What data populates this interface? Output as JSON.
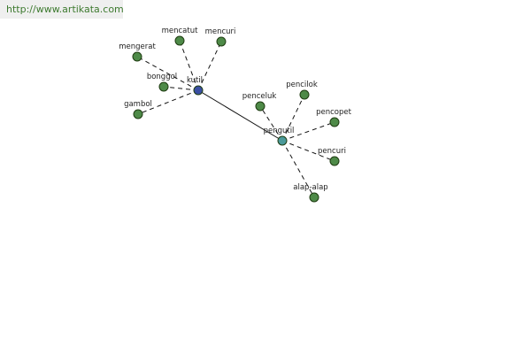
{
  "watermark": "http://www.artikata.com",
  "colors": {
    "leaf_node": "#4e8a48",
    "hub_primary": "#3a4fa3",
    "hub_secondary": "#4b9a9a",
    "edge": "#111111"
  },
  "nodes": [
    {
      "id": "kutil",
      "label": "kutil",
      "role": "hub-primary"
    },
    {
      "id": "pengutil",
      "label": "pengutil",
      "role": "hub-secondary"
    },
    {
      "id": "mengerat",
      "label": "mengerat",
      "role": "leaf"
    },
    {
      "id": "mencatut",
      "label": "mencatut",
      "role": "leaf"
    },
    {
      "id": "mencuri",
      "label": "mencuri",
      "role": "leaf"
    },
    {
      "id": "bonggol",
      "label": "bonggol",
      "role": "leaf"
    },
    {
      "id": "gambol",
      "label": "gambol",
      "role": "leaf"
    },
    {
      "id": "penceluk",
      "label": "penceluk",
      "role": "leaf"
    },
    {
      "id": "pencilok",
      "label": "pencilok",
      "role": "leaf"
    },
    {
      "id": "pencopet",
      "label": "pencopet",
      "role": "leaf"
    },
    {
      "id": "pencuri",
      "label": "pencuri",
      "role": "leaf"
    },
    {
      "id": "alap-alap",
      "label": "alap-alap",
      "role": "leaf"
    }
  ],
  "edges": [
    {
      "from": "kutil",
      "to": "pengutil",
      "style": "solid"
    },
    {
      "from": "kutil",
      "to": "mengerat",
      "style": "dashed"
    },
    {
      "from": "kutil",
      "to": "mencatut",
      "style": "dashed"
    },
    {
      "from": "kutil",
      "to": "mencuri",
      "style": "dashed"
    },
    {
      "from": "kutil",
      "to": "bonggol",
      "style": "dashed"
    },
    {
      "from": "kutil",
      "to": "gambol",
      "style": "dashed"
    },
    {
      "from": "pengutil",
      "to": "penceluk",
      "style": "dashed"
    },
    {
      "from": "pengutil",
      "to": "pencilok",
      "style": "dashed"
    },
    {
      "from": "pengutil",
      "to": "pencopet",
      "style": "dashed"
    },
    {
      "from": "pengutil",
      "to": "pencuri",
      "style": "dashed"
    },
    {
      "from": "pengutil",
      "to": "alap-alap",
      "style": "dashed"
    }
  ]
}
